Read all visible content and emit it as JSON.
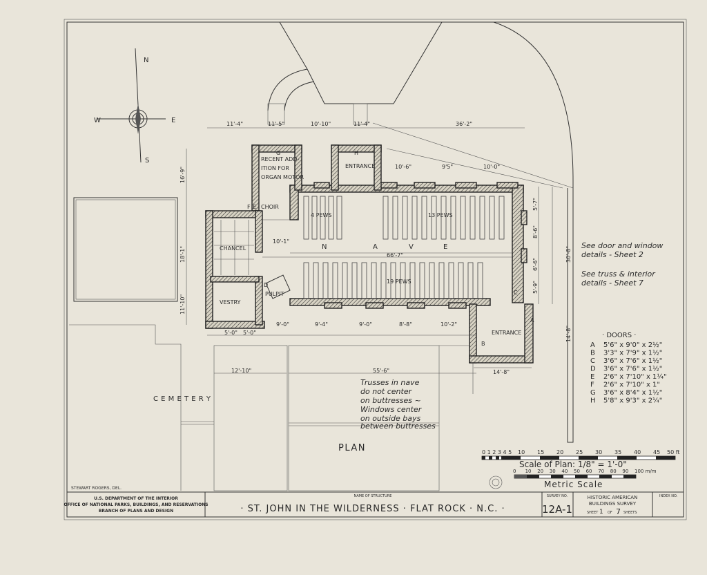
{
  "compass": {
    "n": "N",
    "s": "S",
    "e": "E",
    "w": "W"
  },
  "rooms": {
    "recent_addition": [
      "RECENT ADD-",
      "ITION FOR",
      "ORGAN MOTOR"
    ],
    "entrance_north": "ENTRANCE",
    "entrance_south": "ENTRANCE",
    "choir": "CHOIR",
    "chancel": "CHANCEL",
    "vestry": "VESTRY",
    "pulpit": "PULPIT",
    "pews_4": "4 PEWS",
    "pews_13": "13 PEWS",
    "pews_19": "19 PEWS",
    "nave": [
      "N",
      "A",
      "V",
      "E"
    ]
  },
  "door_marks": [
    "A",
    "B",
    "C",
    "D",
    "E",
    "F",
    "G",
    "H"
  ],
  "dimensions": [
    "11'-4\"",
    "11'-5\"",
    "10'-10\"",
    "11'-4\"",
    "36'-2\"",
    "10'-6\"",
    "9'5\"",
    "10'-0\"",
    "16'-9\"",
    "18'-1\"",
    "11'-10\"",
    "10'-1\"",
    "66'-7\"",
    "30'-8\"",
    "14'-8\"",
    "12'-10\"",
    "55'-6\"",
    "9'-0\"",
    "9'-4\"",
    "9'-0\"",
    "8'-8\"",
    "10'-2\"",
    "5'-0\"",
    "5'-0\"",
    "8'-6\"",
    "6'-6\"",
    "5'-7\"",
    "5'-9\"",
    "14'-8\""
  ],
  "notes": {
    "door_window": [
      "See door and window",
      "details - Sheet 2"
    ],
    "truss": [
      "See truss & interior",
      "details - Sheet 7"
    ],
    "trusses": [
      "Trusses in nave",
      "do not center",
      "on buttresses ~",
      "Windows center",
      "on outside bays",
      "between buttresses"
    ]
  },
  "doors_schedule": {
    "title": "· DOORS ·",
    "rows": [
      {
        "mark": "A",
        "size": "5'6\" x 9'0\" x 2½\""
      },
      {
        "mark": "B",
        "size": "3'3\" x 7'9\" x 1½\""
      },
      {
        "mark": "C",
        "size": "3'6\" x 7'6\" x 1½\""
      },
      {
        "mark": "D",
        "size": "3'6\" x 7'6\" x 1½\""
      },
      {
        "mark": "E",
        "size": "2'6\" x 7'10\" x 1¼\""
      },
      {
        "mark": "F",
        "size": "2'6\" x 7'10\" x 1\""
      },
      {
        "mark": "G",
        "size": "3'6\" x 8'4\" x 1½\""
      },
      {
        "mark": "H",
        "size": "5'8\" x 9'3\" x 2¼\""
      }
    ]
  },
  "site": {
    "cemetery": "C E M E T E R Y",
    "plan": "PLAN"
  },
  "scale": {
    "ft_ticks": [
      "0 1 2 3 4 5",
      "10",
      "15",
      "20",
      "25",
      "30",
      "35",
      "40",
      "45",
      "50 ft"
    ],
    "ft_label": "Scale of Plan: 1/8\" = 1'-0\"",
    "m_ticks": [
      "0",
      "10",
      "20",
      "30",
      "40",
      "50",
      "60",
      "70",
      "80",
      "90",
      "100 m/m"
    ],
    "m_label": "Metric Scale"
  },
  "title_block": {
    "delineator": "STEWART ROGERS, DEL.",
    "agency": [
      "U.S. DEPARTMENT OF THE INTERIOR",
      "OFFICE OF NATIONAL PARKS, BUILDINGS, AND RESERVATIONS",
      "BRANCH OF PLANS AND DESIGN"
    ],
    "name_label": "NAME OF STRUCTURE",
    "name": "· ST. JOHN IN THE WILDERNESS · FLAT ROCK · N.C. ·",
    "survey_label": "SURVEY NO.",
    "survey_no": "12A-1",
    "habs": [
      "HISTORIC AMERICAN",
      "BUILDINGS SURVEY"
    ],
    "sheet_label": "SHEET",
    "sheet": "1",
    "of_label": "OF",
    "sheets_total": "7",
    "sheets_label": "SHEETS",
    "index_label": "INDEX NO."
  }
}
